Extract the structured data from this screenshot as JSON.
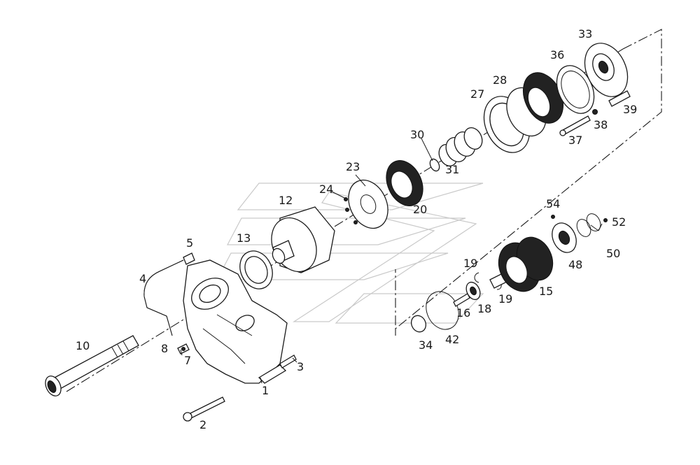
{
  "diagram": {
    "labels": {
      "l1": "1",
      "l2": "2",
      "l3": "3",
      "l4": "4",
      "l5": "5",
      "l7": "7",
      "l8": "8",
      "l10": "10",
      "l12": "12",
      "l13": "13",
      "l15": "15",
      "l16": "16",
      "l18": "18",
      "l19a": "19",
      "l19b": "19",
      "l20": "20",
      "l23": "23",
      "l24": "24",
      "l27": "27",
      "l28": "28",
      "l30": "30",
      "l31": "31",
      "l33": "33",
      "l34": "34",
      "l36": "36",
      "l37": "37",
      "l38": "38",
      "l39": "39",
      "l42": "42",
      "l48": "48",
      "l50": "50",
      "l52": "52",
      "l54": "54"
    }
  }
}
